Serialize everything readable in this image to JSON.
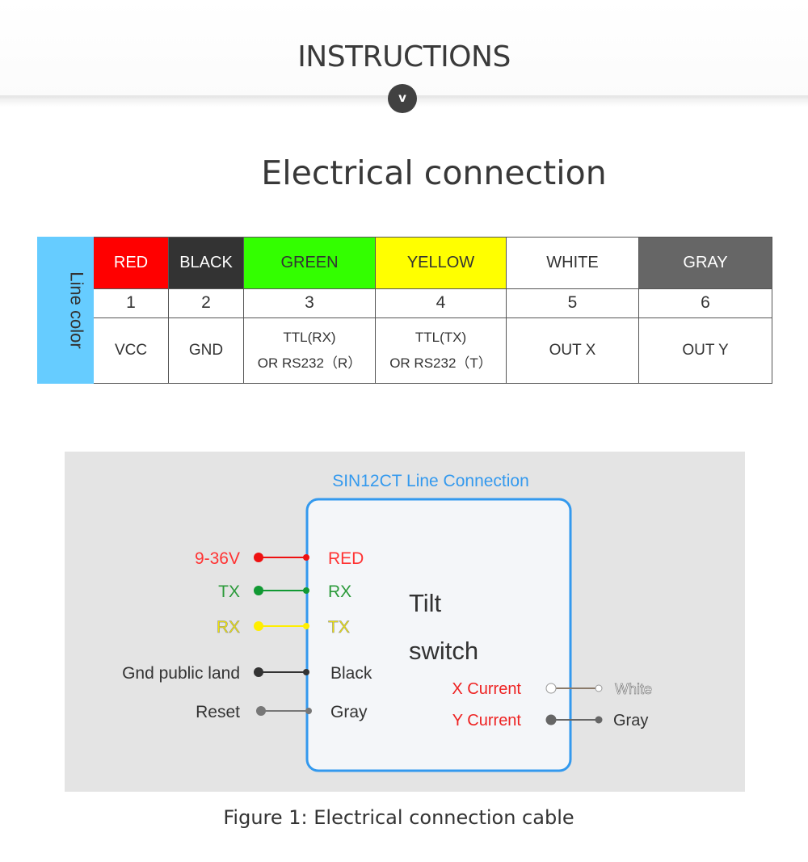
{
  "header": {
    "title": "INSTRUCTIONS",
    "chevron": "v"
  },
  "section_title": "Electrical connection",
  "table": {
    "row_label": "Line color",
    "columns": [
      {
        "color": "RED",
        "number": "1",
        "function": [
          "VCC"
        ],
        "bg": "#ff0000",
        "fg": "#ffffff"
      },
      {
        "color": "BLACK",
        "number": "2",
        "function": [
          "GND"
        ],
        "bg": "#333333",
        "fg": "#ffffff"
      },
      {
        "color": "GREEN",
        "number": "3",
        "function": [
          "TTL(RX)",
          "OR RS232（R）"
        ],
        "bg": "#33ff00",
        "fg": "#333333"
      },
      {
        "color": "YELLOW",
        "number": "4",
        "function": [
          "TTL(TX)",
          "OR RS232（T）"
        ],
        "bg": "#ffff00",
        "fg": "#333333"
      },
      {
        "color": "WHITE",
        "number": "5",
        "function": [
          "OUT X"
        ],
        "bg": "#ffffff",
        "fg": "#333333"
      },
      {
        "color": "GRAY",
        "number": "6",
        "function": [
          "OUT Y"
        ],
        "bg": "#666666",
        "fg": "#ffffff"
      }
    ]
  },
  "diagram": {
    "title": "SIN12CT Line Connection",
    "device_label_line1": "Tilt",
    "device_label_line2": "switch",
    "left_wires": [
      {
        "external": "9-36V",
        "internal": "RED",
        "color": "#ee1111",
        "text_color": "#ff3333"
      },
      {
        "external": "TX",
        "internal": "RX",
        "color": "#119933",
        "text_color": "#2b9a3a"
      },
      {
        "external": "RX",
        "internal": "TX",
        "color": "#ffee00",
        "text_color": "#f2e600"
      },
      {
        "external": "Gnd public land",
        "internal": "Black",
        "color": "#333333",
        "text_color": "#333333"
      },
      {
        "external": "Reset",
        "internal": "Gray",
        "color": "#777777",
        "text_color": "#333333"
      }
    ],
    "right_wires": [
      {
        "internal": "X Current",
        "external": "White",
        "color": "#ffffff",
        "text_color": "#ee2222"
      },
      {
        "internal": "Y Current",
        "external": "Gray",
        "color": "#666666",
        "text_color": "#ee2222"
      }
    ]
  },
  "caption": "Figure 1: Electrical connection cable"
}
